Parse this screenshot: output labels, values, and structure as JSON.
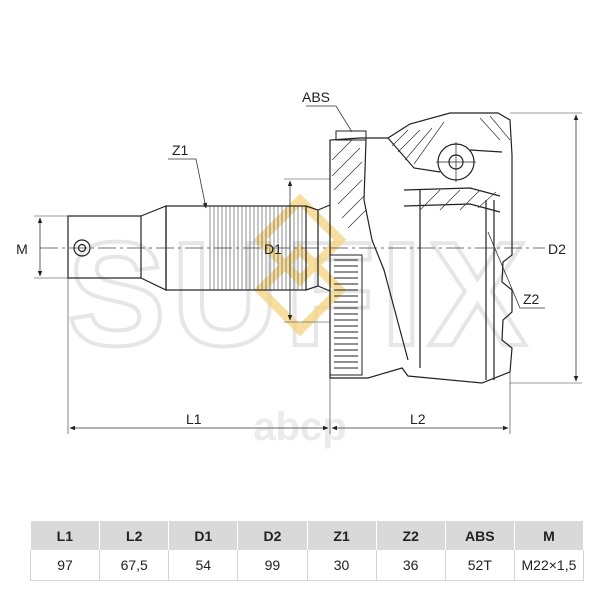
{
  "watermark": {
    "brand_text": "SUFIX",
    "store_text": "аbср"
  },
  "labels": {
    "abs": "ABS",
    "z1": "Z1",
    "z2": "Z2",
    "m": "M",
    "d1": "D1",
    "d2": "D2",
    "l1": "L1",
    "l2": "L2"
  },
  "table": {
    "headers": [
      "L1",
      "L2",
      "D1",
      "D2",
      "Z1",
      "Z2",
      "ABS",
      "M"
    ],
    "values": [
      "97",
      "67,5",
      "54",
      "99",
      "30",
      "36",
      "52T",
      "M22×1,5"
    ]
  },
  "colors": {
    "line": "#222222",
    "watermark": "#ececec",
    "watermark_logo": "#f7d98a",
    "table_header_bg": "#d9d9d9"
  }
}
